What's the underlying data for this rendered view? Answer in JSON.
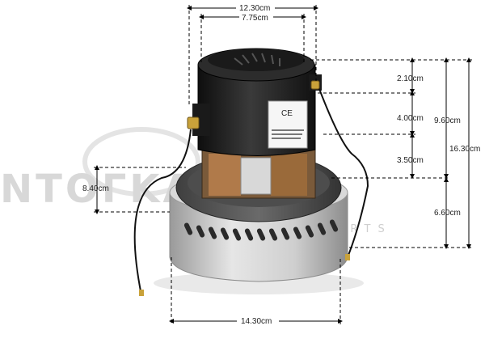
{
  "watermark": {
    "brand": "ΝΤΟΓΚΑΚΗΣ",
    "sub": "SPARE PARTS"
  },
  "product_label": {
    "ce_mark": "CE"
  },
  "dimensions": {
    "top_width_outer": "12.30cm",
    "top_width_inner": "7.75cm",
    "fan_cap_height": "2.10cm",
    "brush_height": "4.00cm",
    "upper_height_total": "9.60cm",
    "neck_height": "3.50cm",
    "overall_height": "16.30cm",
    "body_height": "6.60cm",
    "left_height": "8.40cm",
    "base_diameter": "14.30cm"
  },
  "colors": {
    "dimension_line": "#000000",
    "motor_cap": "#1c1c1c",
    "housing": "#c9c9c9",
    "terminal_brass": "#c9a23a"
  }
}
